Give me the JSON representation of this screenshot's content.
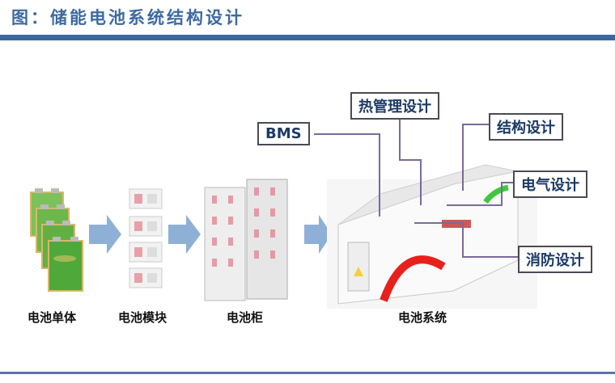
{
  "title": "图：储能电池系统结构设计",
  "stages": [
    {
      "label": "电池单体"
    },
    {
      "label": "电池模块"
    },
    {
      "label": "电池柜"
    },
    {
      "label": "电池系统"
    }
  ],
  "callouts": {
    "bms": "BMS",
    "thermal": "热管理设计",
    "structure": "结构设计",
    "electrical": "电气设计",
    "fire": "消防设计"
  },
  "colors": {
    "accent": "#3a679e",
    "arrow": "#8fb0d6",
    "leader": "#7a6a9a"
  }
}
